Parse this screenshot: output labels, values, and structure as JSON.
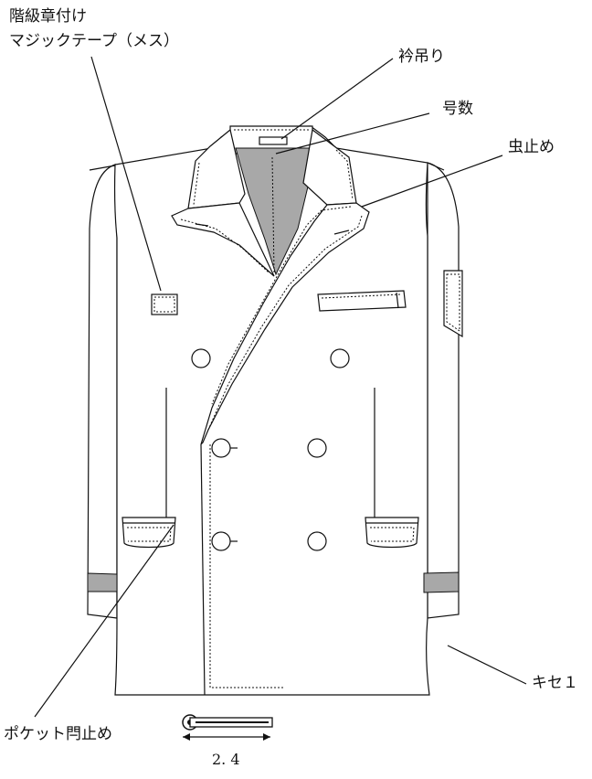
{
  "labels": {
    "rank_insignia_line1": "階級章付け",
    "rank_insignia_line2": "マジックテープ（メス）",
    "collar_hanger": "衿吊り",
    "size_tag": "号数",
    "bar_tack": "虫止め",
    "kise": "キセ１",
    "pocket_bar_tack": "ポケット閂止め",
    "dimension": "2. 4"
  },
  "colors": {
    "line": "#111111",
    "fill_gray": "#a8a8a8",
    "background": "#ffffff"
  }
}
